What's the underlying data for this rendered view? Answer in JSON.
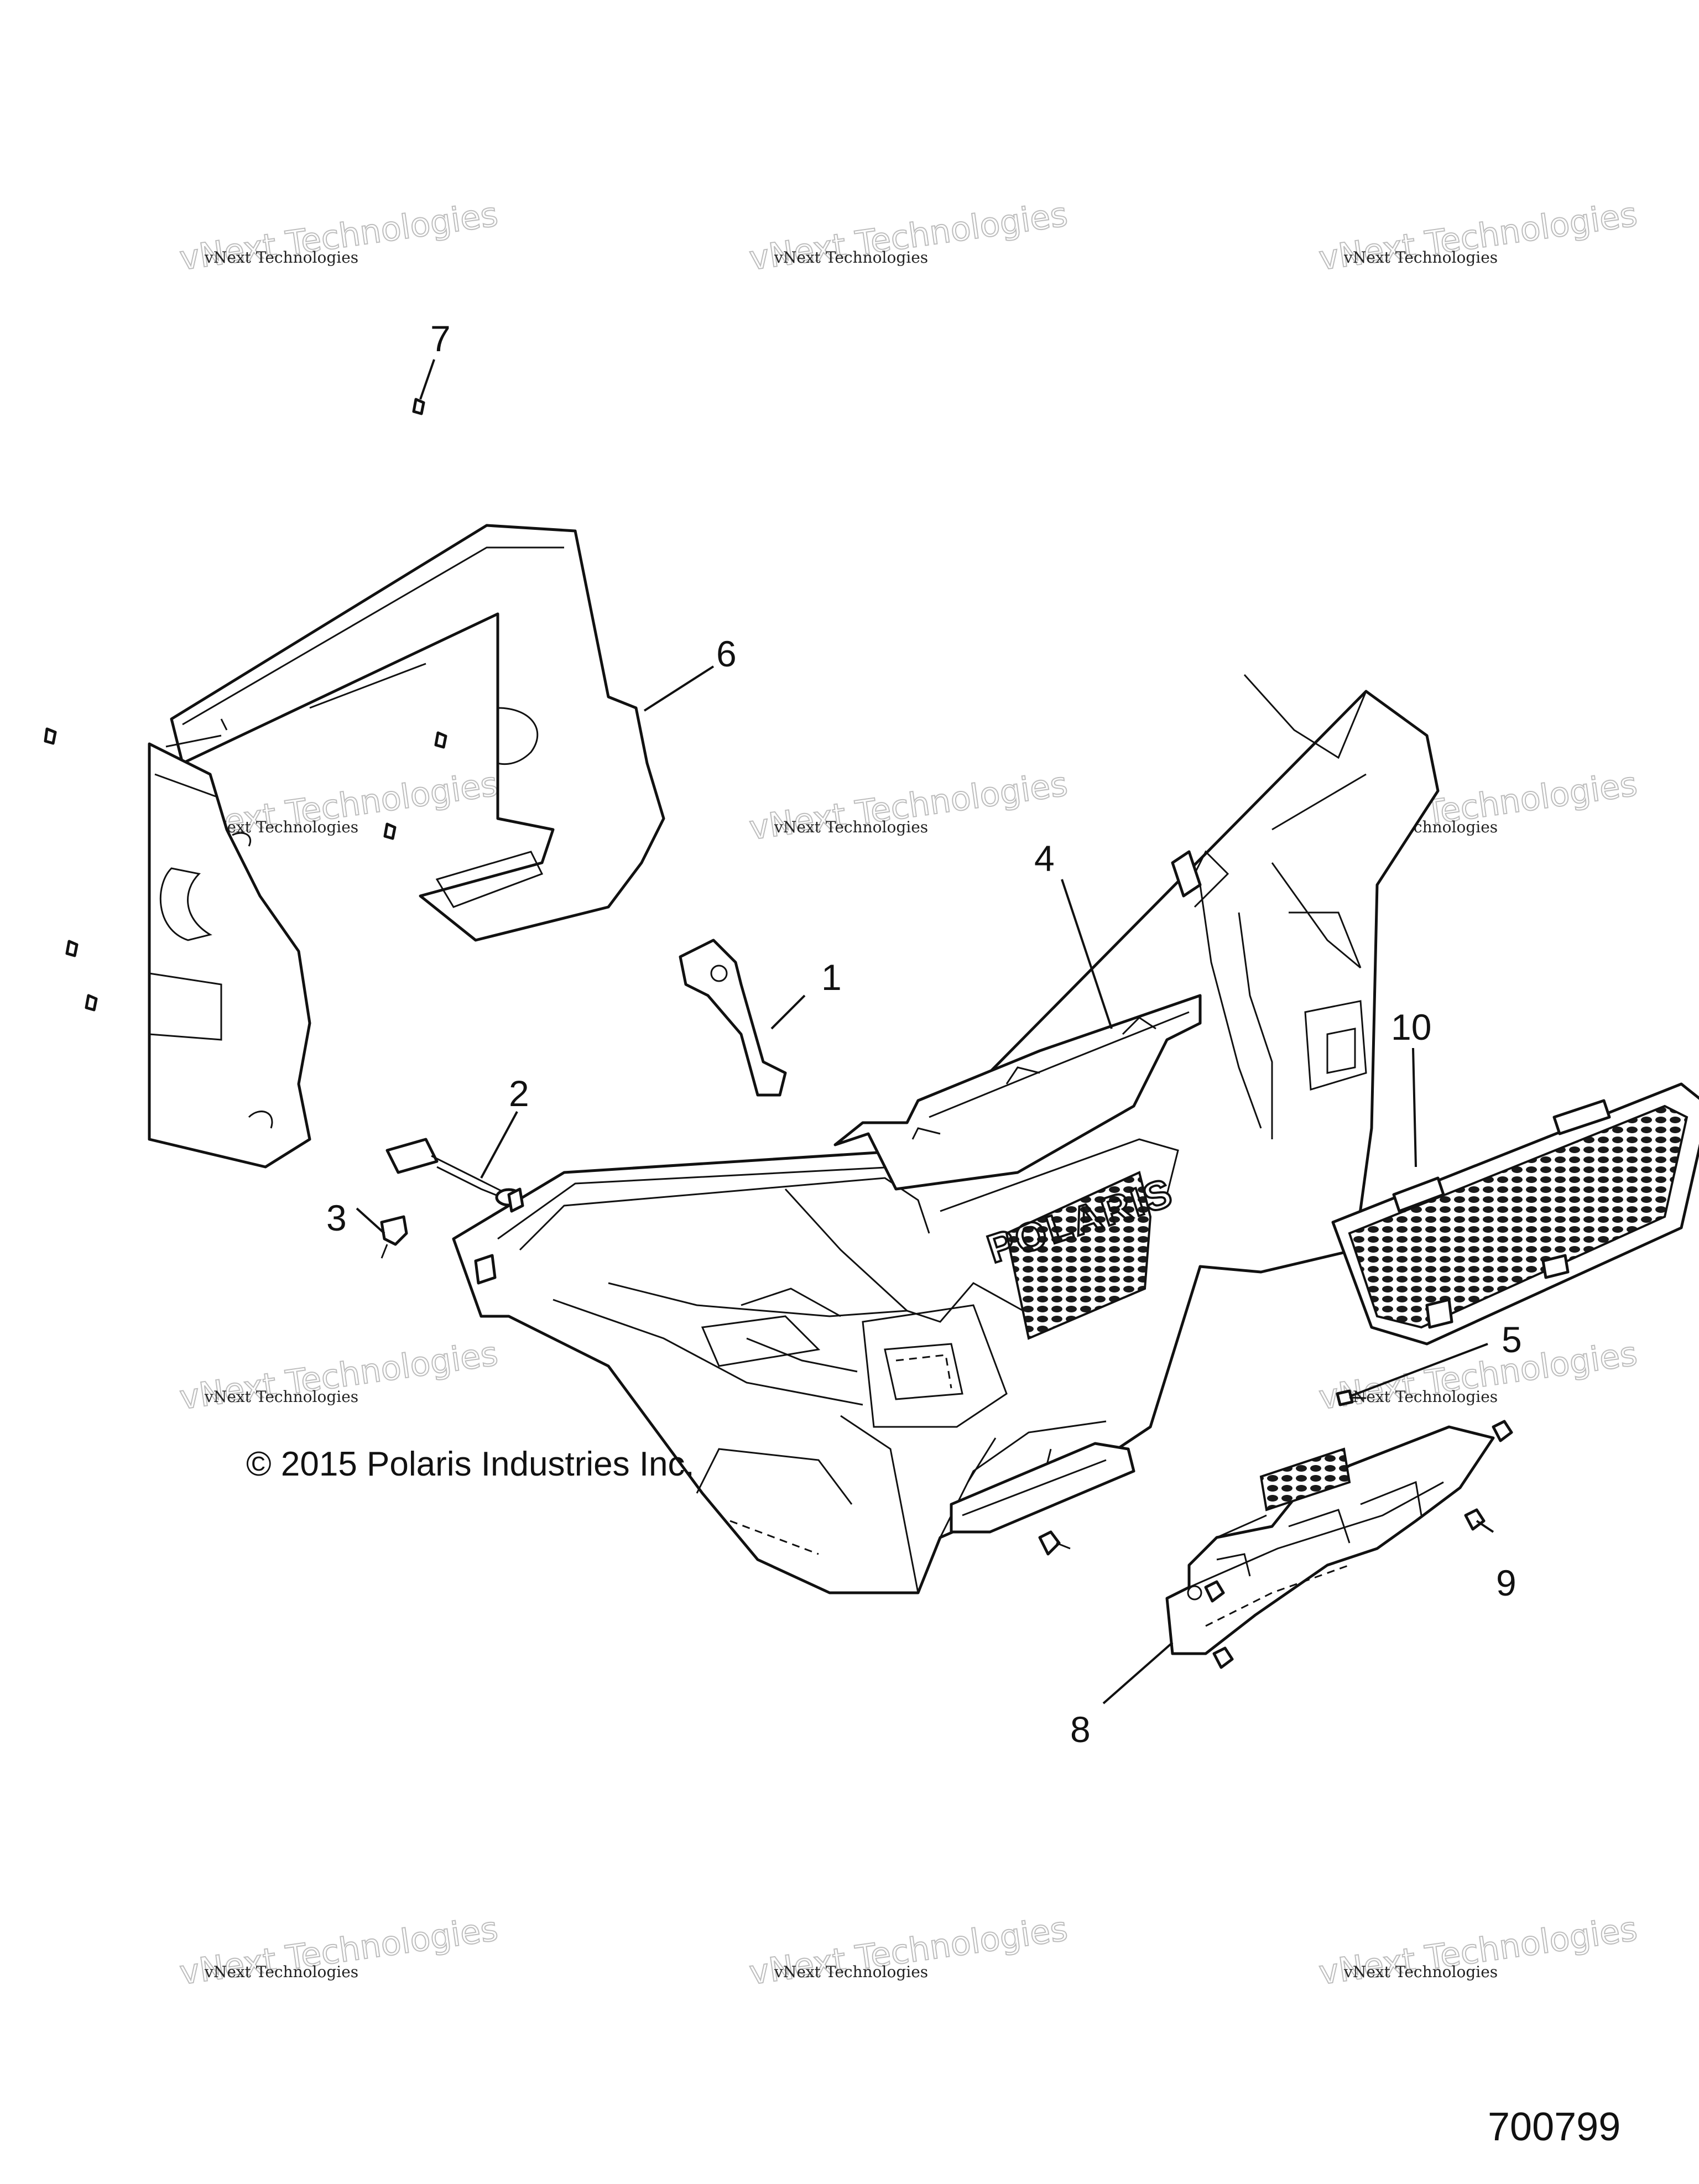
{
  "watermark": {
    "line1": "vNext Technologies",
    "line2": "vNext Technologies"
  },
  "callouts": [
    "1",
    "2",
    "3",
    "4",
    "5",
    "6",
    "7",
    "8",
    "9",
    "10"
  ],
  "copyright": "© 2015 Polaris Industries Inc.",
  "logo_text": "POLARIS",
  "document_number": "700799"
}
